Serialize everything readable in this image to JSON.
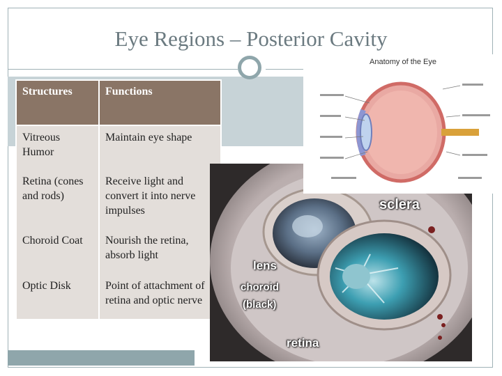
{
  "slide": {
    "title": "Eye Regions – Posterior Cavity"
  },
  "table": {
    "headers": [
      "Structures",
      "Functions"
    ],
    "rows": [
      {
        "structure": "Vitreous Humor",
        "function": "Maintain eye shape"
      },
      {
        "structure": "Retina (cones and rods)",
        "function": "Receive light and convert it into nerve impulses"
      },
      {
        "structure": "Choroid Coat",
        "function": "Nourish the retina, absorb light"
      },
      {
        "structure": "Optic Disk",
        "function": "Point of attachment of retina and optic nerve"
      }
    ]
  },
  "diagram": {
    "title": "Anatomy of the Eye"
  },
  "photo": {
    "labels": {
      "sclera": "sclera",
      "lens": "lens",
      "choroid": "choroid",
      "black": "(black)",
      "retina": "retina"
    }
  },
  "colors": {
    "accent": "#8fa6ab",
    "header_fill": "#8a7566",
    "row_fill": "#e3deda",
    "band": "#c7d3d7"
  }
}
